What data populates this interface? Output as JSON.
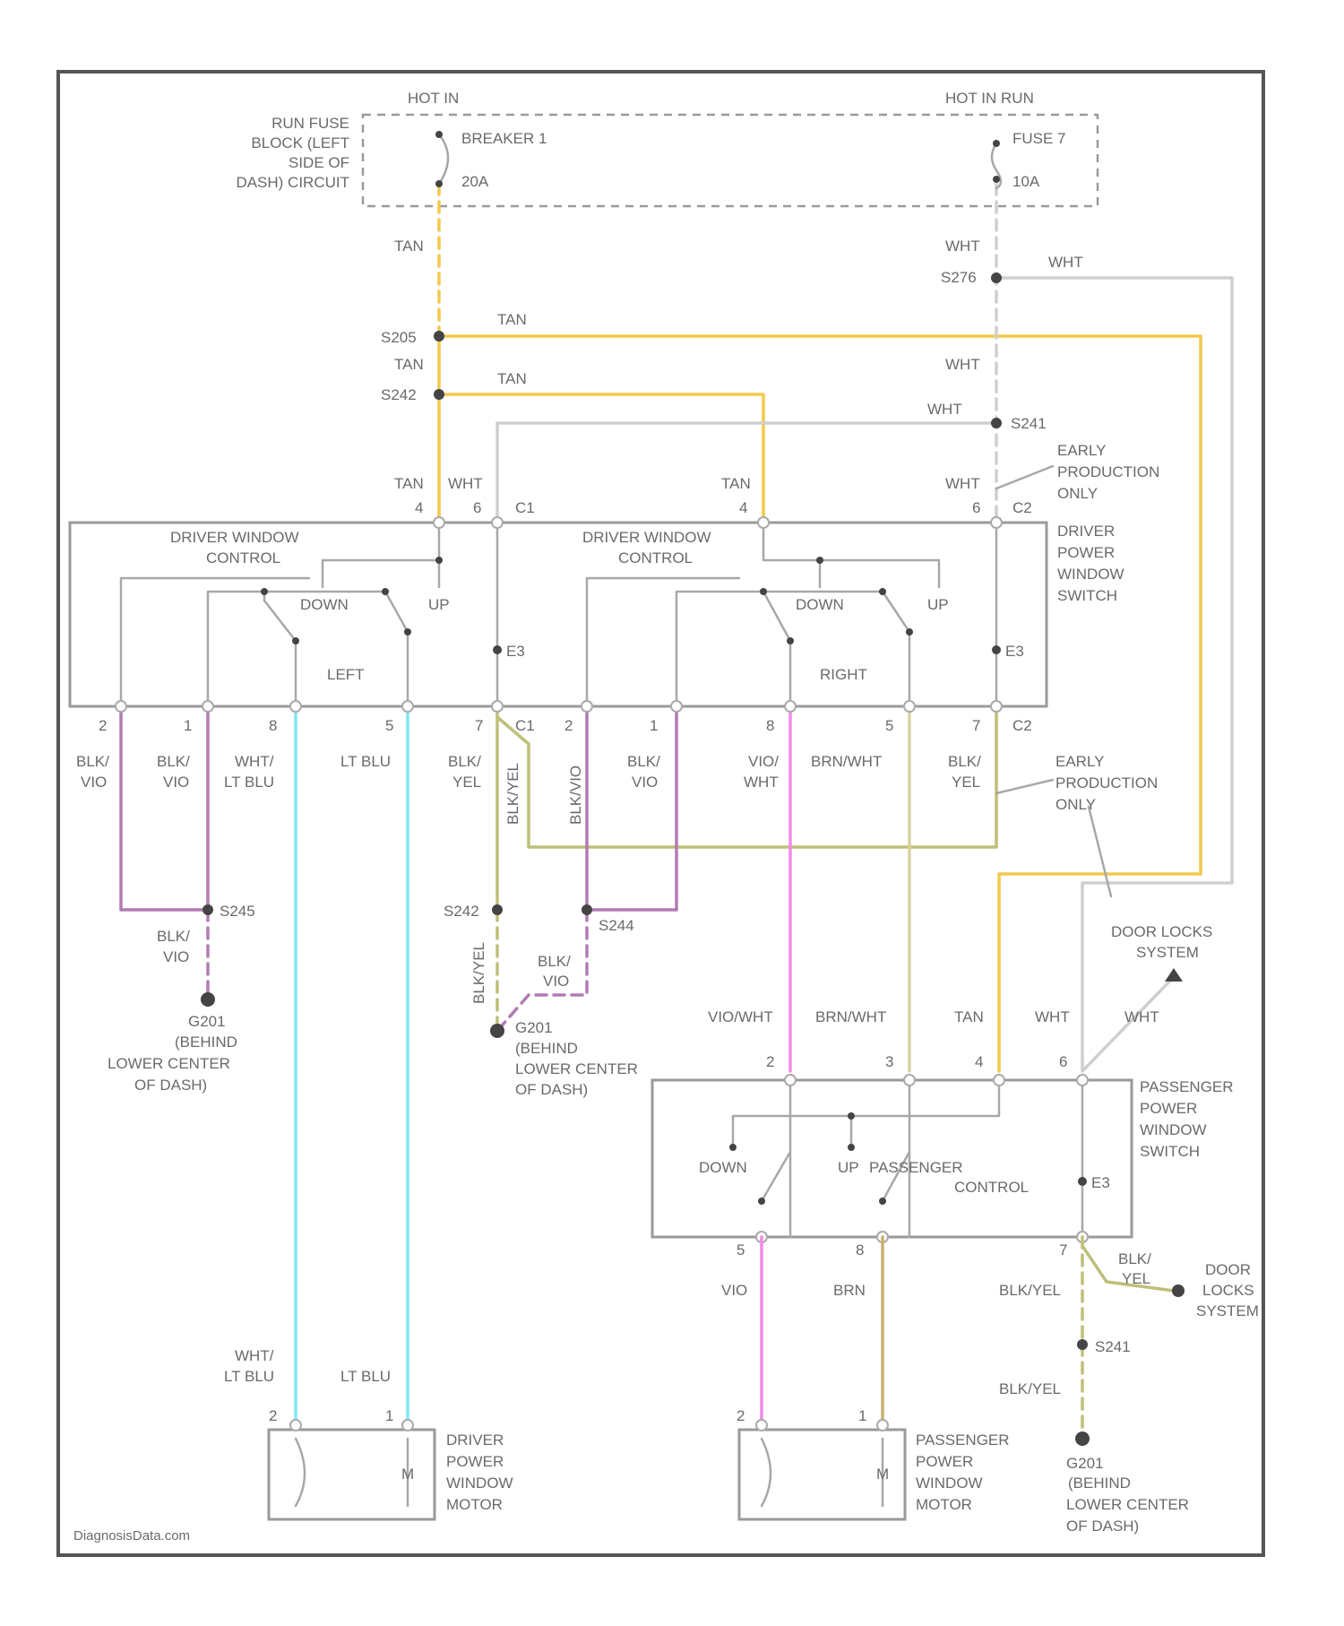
{
  "colors": {
    "tan": "#f2c94c",
    "wht": "#cfcfcf",
    "blk_vio": "#b27bb4",
    "blk_yel": "#bfbf7a",
    "lt_blu": "#7fe8f4",
    "vio_wht": "#f48ae8",
    "brn_wht": "#d9d2a0",
    "brn": "#c9b06e",
    "frame": "#555555"
  },
  "power": {
    "hot_in_left": "HOT IN",
    "hot_in_right": "HOT IN RUN",
    "fuse_block": [
      "RUN FUSE",
      "BLOCK (LEFT",
      "SIDE OF",
      "DASH) CIRCUIT"
    ],
    "breaker_name": "BREAKER 1",
    "breaker_rating": "20A",
    "fuse_name": "FUSE 7",
    "fuse_rating": "10A"
  },
  "splices": {
    "s276": "S276",
    "s205": "S205",
    "s242": "S242",
    "s241": "S241",
    "s245": "S245",
    "s244": "S244",
    "g201": "G201",
    "g201b": "G201"
  },
  "wires": {
    "tan": "TAN",
    "wht": "WHT",
    "blk_vio": [
      "BLK/",
      "VIO"
    ],
    "wht_lt_blu": [
      "WHT/",
      "LT BLU"
    ],
    "lt_blu": "LT BLU",
    "blk_yel": [
      "BLK/",
      "YEL"
    ],
    "blk_yel_v": "BLK/YEL",
    "blk_vio_v": "BLK/VIO",
    "vio_wht": [
      "VIO/",
      "WHT"
    ],
    "brn_wht": "BRN/WHT",
    "vio_wht_inline": "VIO/WHT",
    "vio": "VIO",
    "brn": "BRN",
    "blk_yel_inline": "BLK/YEL"
  },
  "pins": {
    "c1_top_4": "4",
    "c1_top_6": "6",
    "c1_top_label": "C1",
    "c2_top_4": "4",
    "c2_top_6": "6",
    "c2_top_label": "C2",
    "b2": "2",
    "b1": "1",
    "b8": "8",
    "b5": "5",
    "b7": "7",
    "c1_bot_label": "C1",
    "c2_bot_label": "C2",
    "p2": "2",
    "p3": "3",
    "p4": "4",
    "p6": "6",
    "p5": "5",
    "p8": "8",
    "p7": "7",
    "m2": "2",
    "m1": "1"
  },
  "switches": {
    "driver_window_control": [
      "DRIVER WINDOW",
      "CONTROL"
    ],
    "driver_power_window_switch": [
      "DRIVER",
      "POWER",
      "WINDOW",
      "SWITCH"
    ],
    "left": "LEFT",
    "right": "RIGHT",
    "down": "DOWN",
    "up": "UP",
    "illum": "E3",
    "passenger_control": "PASSENGER",
    "control": "CONTROL",
    "passenger_power_window_switch": [
      "PASSENGER",
      "POWER",
      "WINDOW",
      "SWITCH"
    ]
  },
  "notes": {
    "early_production": [
      "EARLY",
      "PRODUCTION",
      "ONLY"
    ],
    "door_locks_system": [
      "DOOR LOCKS",
      "SYSTEM"
    ],
    "door_locks_system2": [
      "DOOR",
      "LOCKS",
      "SYSTEM"
    ],
    "behind_lower_center": [
      "(BEHIND",
      "LOWER CENTER",
      "OF DASH)"
    ],
    "behind_lower_center_wide": [
      "(BEHIND",
      "LOWER CENTER",
      "OF DASH)"
    ]
  },
  "motors": {
    "driver_motor": [
      "DRIVER",
      "POWER",
      "WINDOW",
      "MOTOR"
    ],
    "passenger_motor": [
      "PASSENGER",
      "POWER",
      "WINDOW",
      "MOTOR"
    ],
    "m": "M"
  },
  "credit": "DiagnosisData.com"
}
